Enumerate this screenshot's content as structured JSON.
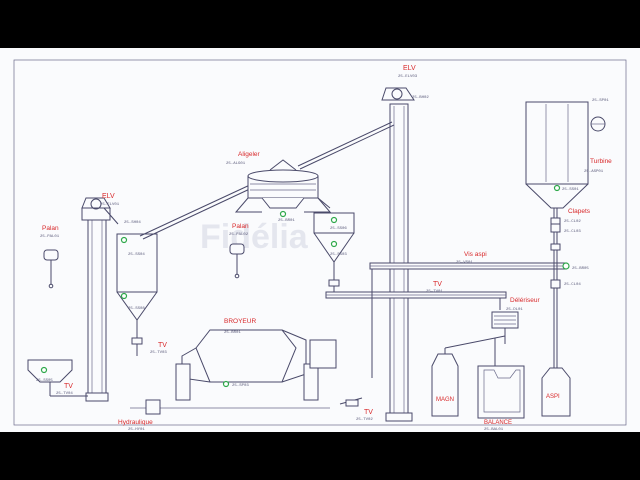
{
  "labels": {
    "elv_left": "ELV",
    "elv_right": "ELV",
    "aligeler": "Aligeler",
    "palan_left": "Palan",
    "palan_mid": "Palan",
    "broyeur": "BROYEUR",
    "tv_mid": "TV",
    "tv_left": "TV",
    "tv_top": "TV",
    "tv_bottom": "TV",
    "hydraulique": "Hydraulique",
    "vis_aspi": "Vis aspi",
    "delerieur": "Délériseur",
    "turbine": "Turbine",
    "clapets": "Clapets",
    "magn": "MAGN",
    "balance": "BALANCE",
    "aspi": "ASPI"
  },
  "tags": {
    "elv_left": "25-ELV01",
    "elv_right": "25-ELV03",
    "elv_right_head": "25-BH02",
    "elv_left_sensor": "25-SH04",
    "aligeler": "25-ALG01",
    "aligeler_sensor": "25-BR01",
    "palan_left": "25-PAL01",
    "palan_mid": "25-PAL02",
    "hopper_left_top": "25-SS04",
    "hopper_left_bottom": "25-SS08",
    "hopper_mid_top": "25-SS06",
    "hopper_mid_bottom": "25-SS03",
    "broyeur": "25-BR01",
    "broyeur_sensor": "25-SP03",
    "tv_mid": "25-TV03",
    "tv_left": "25-TV04",
    "tv_left_sensor": "25-SS05",
    "tv_top": "25-TV01",
    "tv_bottom": "25-TV02",
    "hydraulique": "25-HY01",
    "vis_aspi": "25-VS01",
    "vis_aspi_sensor": "25-BR05",
    "delerieur": "25-DL01",
    "turbine_top": "25-SP01",
    "turbine": "25-ASP01",
    "turbine_sensor": "25-SS01",
    "clapets": "25-CL02",
    "clapets_b": "25-CL03",
    "clapets_c": "25-CL04",
    "balance": "25-BAL01"
  },
  "watermark": "Fidélia",
  "colors": {
    "label": "#d8282a",
    "line": "#4a4a6a",
    "sensor": "#2ea84a",
    "background": "#fafbfd"
  }
}
